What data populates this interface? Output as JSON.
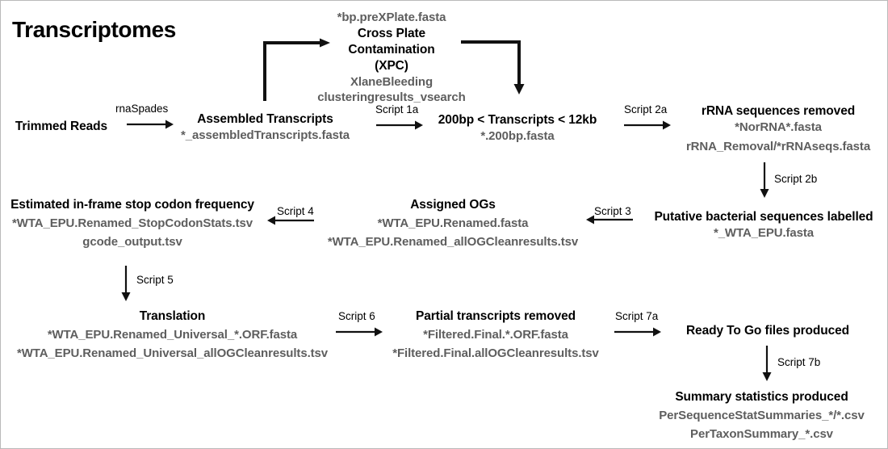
{
  "diagram": {
    "title": "Transcriptomes",
    "nodes": {
      "trimmed_reads": {
        "title": "Trimmed Reads"
      },
      "assembled": {
        "title": "Assembled Transcripts",
        "file1": "*_assembledTranscripts.fasta"
      },
      "xpc": {
        "prefile": "*bp.preXPlate.fasta",
        "title_line1": "Cross Plate",
        "title_line2": "Contamination",
        "title_line3": "(XPC)",
        "file1": "XlaneBleeding",
        "file2": "clusteringresults_vsearch"
      },
      "size_filter": {
        "title": "200bp < Transcripts < 12kb",
        "file1": "*.200bp.fasta"
      },
      "rrna_removed": {
        "title": "rRNA sequences removed",
        "file1": "*NorRNA*.fasta",
        "file2": "rRNA_Removal/*rRNAseqs.fasta"
      },
      "bacterial": {
        "title": "Putative bacterial sequences labelled",
        "file1": "*_WTA_EPU.fasta"
      },
      "assigned_ogs": {
        "title": "Assigned OGs",
        "file1": "*WTA_EPU.Renamed.fasta",
        "file2": "*WTA_EPU.Renamed_allOGCleanresults.tsv"
      },
      "stop_codon": {
        "title": "Estimated in-frame stop codon frequency",
        "file1": "*WTA_EPU.Renamed_StopCodonStats.tsv",
        "file2": "gcode_output.tsv"
      },
      "translation": {
        "title": "Translation",
        "file1": "*WTA_EPU.Renamed_Universal_*.ORF.fasta",
        "file2": "*WTA_EPU.Renamed_Universal_allOGCleanresults.tsv"
      },
      "partial_removed": {
        "title": "Partial transcripts removed",
        "file1": "*Filtered.Final.*.ORF.fasta",
        "file2": "*Filtered.Final.allOGCleanresults.tsv"
      },
      "ready_to_go": {
        "title": "Ready To Go files produced"
      },
      "summary": {
        "title": "Summary statistics produced",
        "file1": "PerSequenceStatSummaries_*/*.csv",
        "file2": "PerTaxonSummary_*.csv"
      }
    },
    "edge_labels": {
      "rnaspades": "rnaSpades",
      "script1a": "Script 1a",
      "script2a": "Script 2a",
      "script2b": "Script 2b",
      "script3": "Script 3",
      "script4": "Script 4",
      "script5": "Script 5",
      "script6": "Script 6",
      "script7a": "Script 7a",
      "script7b": "Script 7b"
    },
    "colors": {
      "text": "#000000",
      "file_text": "#5e5e5e",
      "arrow": "#111111",
      "border": "#b9b9b9",
      "background": "#ffffff"
    }
  }
}
